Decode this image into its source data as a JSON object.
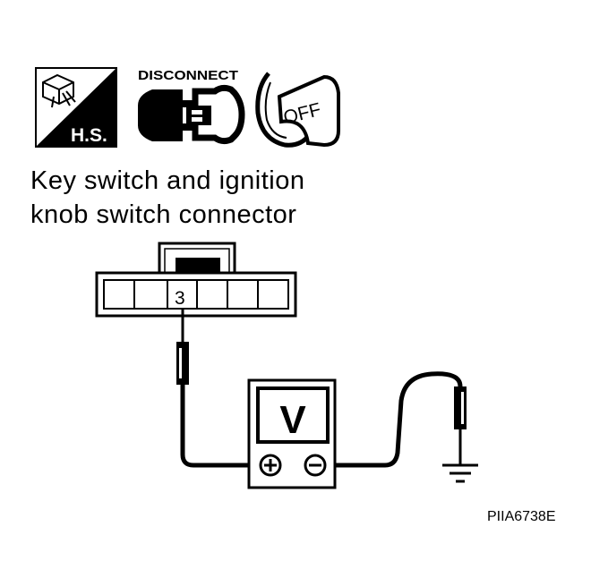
{
  "icons": {
    "hs_label": "H.S.",
    "disconnect_label": "DISCONNECT",
    "key_label": "OFF"
  },
  "title": {
    "line1": "Key switch and ignition",
    "line2": "knob switch connector"
  },
  "connector": {
    "terminal": "3"
  },
  "meter": {
    "label": "V",
    "plus": "+",
    "minus": "−"
  },
  "figure_id": "PIIA6738E"
}
